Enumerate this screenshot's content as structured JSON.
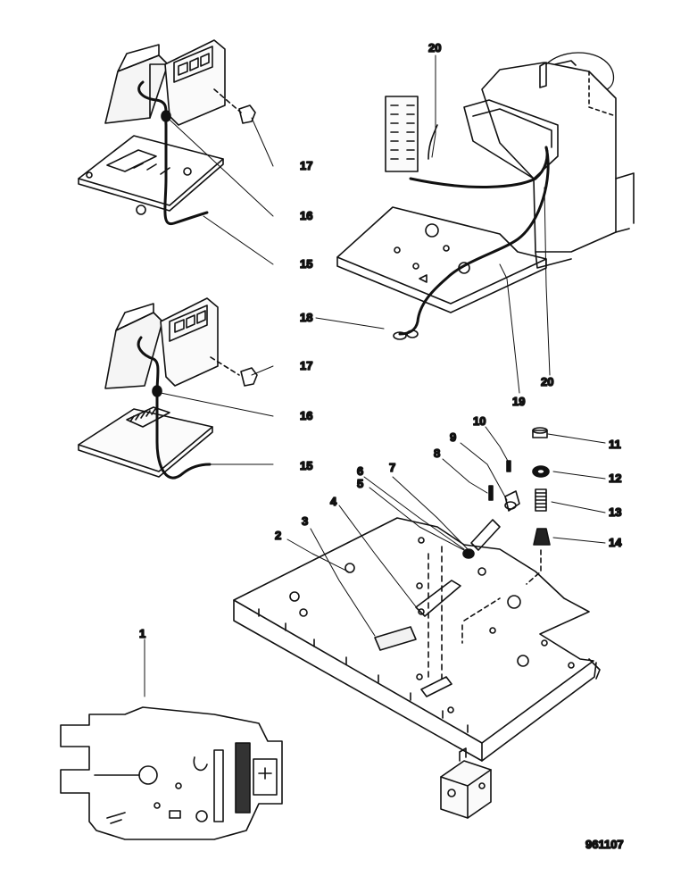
{
  "figure": {
    "reference_number": "961107",
    "callouts": [
      "1",
      "2",
      "3",
      "4",
      "5",
      "6",
      "7",
      "8",
      "9",
      "10",
      "11",
      "12",
      "13",
      "14",
      "15",
      "15",
      "16",
      "16",
      "17",
      "17",
      "18",
      "19",
      "20",
      "20"
    ]
  }
}
